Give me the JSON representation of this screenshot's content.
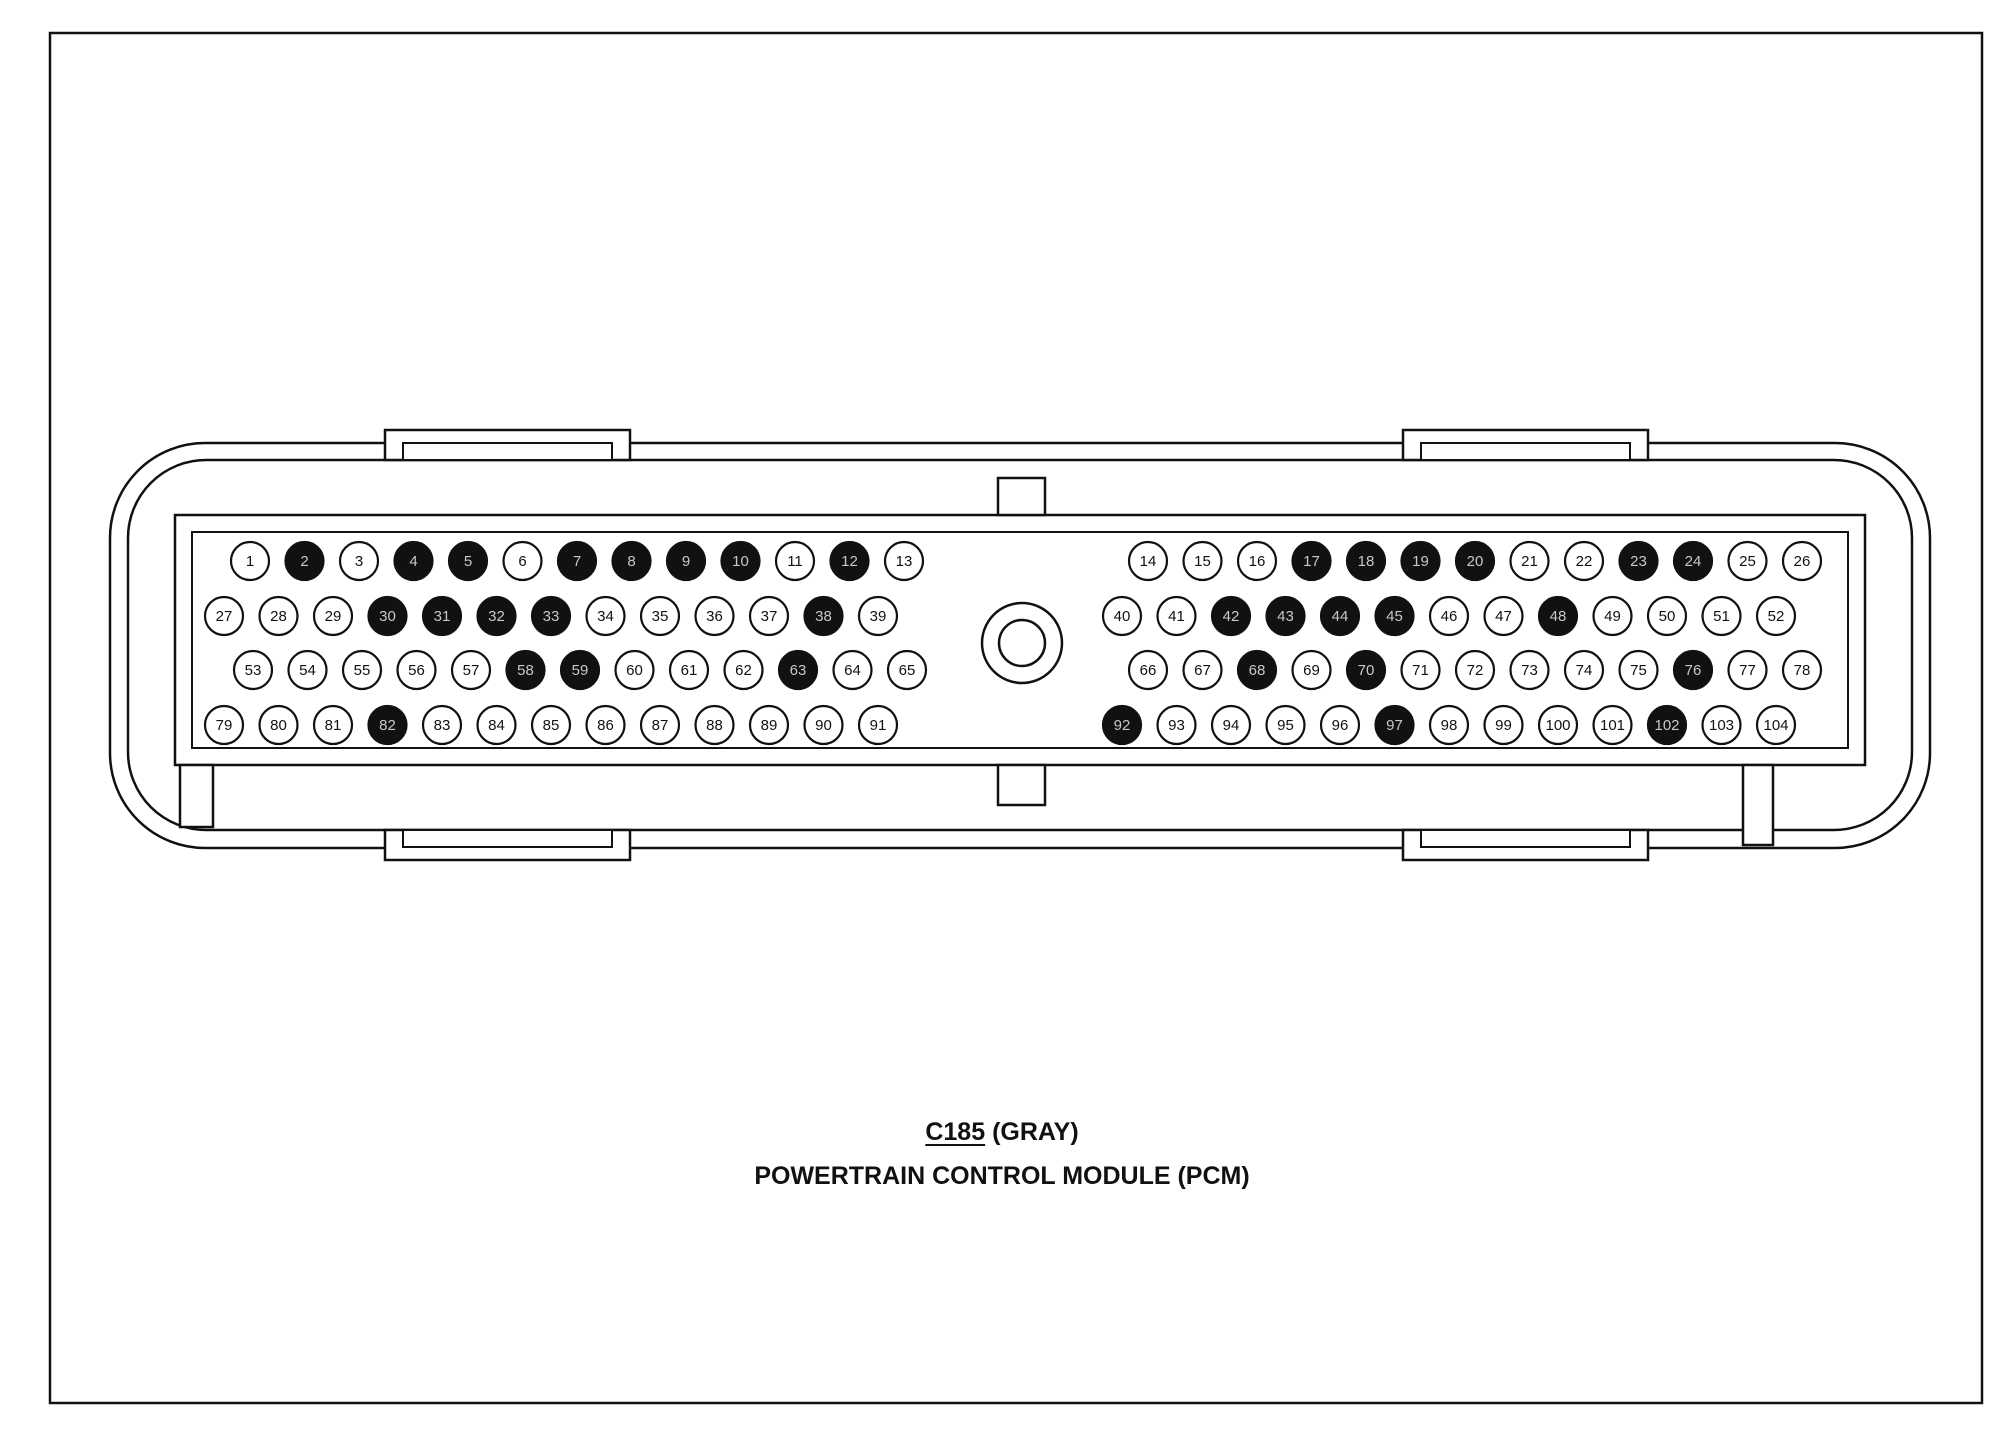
{
  "caption": {
    "connector_id": "C185",
    "color": "(GRAY)",
    "module_name": "POWERTRAIN CONTROL MODULE (PCM)"
  },
  "colors": {
    "line": "#111111",
    "filled_pin": "#111111",
    "open_pin": "#ffffff",
    "background": "#ffffff"
  },
  "pins": {
    "filled": [
      2,
      4,
      5,
      7,
      8,
      9,
      10,
      12,
      17,
      18,
      19,
      20,
      23,
      24,
      30,
      31,
      32,
      33,
      38,
      42,
      43,
      44,
      45,
      48,
      58,
      59,
      63,
      68,
      70,
      76,
      82,
      92,
      97,
      102
    ]
  },
  "pin_rows": [
    {
      "left": [
        1,
        2,
        3,
        4,
        5,
        6,
        7,
        8,
        9,
        10,
        11,
        12,
        13
      ],
      "right": [
        14,
        15,
        16,
        17,
        18,
        19,
        20,
        21,
        22,
        23,
        24,
        25,
        26
      ]
    },
    {
      "left": [
        27,
        28,
        29,
        30,
        31,
        32,
        33,
        34,
        35,
        36,
        37,
        38,
        39
      ],
      "right": [
        40,
        41,
        42,
        43,
        44,
        45,
        46,
        47,
        48,
        49,
        50,
        51,
        52
      ]
    },
    {
      "left": [
        53,
        54,
        55,
        56,
        57,
        58,
        59,
        60,
        61,
        62,
        63,
        64,
        65
      ],
      "right": [
        66,
        67,
        68,
        69,
        70,
        71,
        72,
        73,
        74,
        75,
        76,
        77,
        78
      ]
    },
    {
      "left": [
        79,
        80,
        81,
        82,
        83,
        84,
        85,
        86,
        87,
        88,
        89,
        90,
        91
      ],
      "right": [
        92,
        93,
        94,
        95,
        96,
        97,
        98,
        99,
        100,
        101,
        102,
        103,
        104
      ]
    }
  ]
}
